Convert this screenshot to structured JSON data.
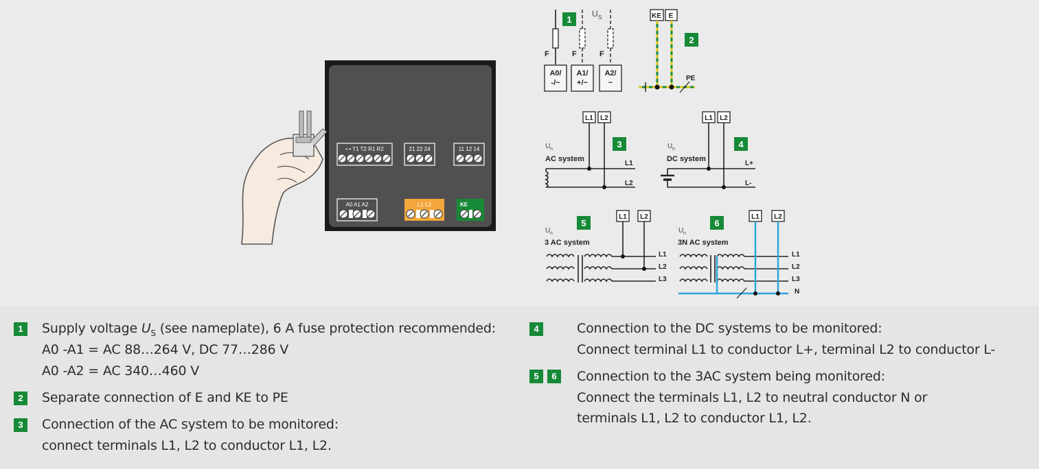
{
  "device": {
    "terminal_blocks": [
      {
        "labels": "•  •  T1 T2 R1 R2"
      },
      {
        "labels": "21 22 24"
      },
      {
        "labels": "11 12 14"
      },
      {
        "labels": "A0   A1   A2"
      },
      {
        "labels": "L1              L2"
      },
      {
        "labels": "KE"
      }
    ]
  },
  "diagrams": {
    "d1": {
      "badge": "1",
      "us": "U",
      "us_sub": "S",
      "fuse": "F",
      "terminals": [
        [
          "A0/",
          "-/~"
        ],
        [
          "A1/",
          "+/~"
        ],
        [
          "A2/",
          "~"
        ]
      ]
    },
    "d2": {
      "badge": "2",
      "ke": "KE",
      "e": "E",
      "pe": "PE"
    },
    "d3": {
      "badge": "3",
      "un": "U",
      "un_sub": "n",
      "system": "AC system",
      "l1": "L1",
      "l2": "L2"
    },
    "d4": {
      "badge": "4",
      "un": "U",
      "un_sub": "n",
      "system": "DC system",
      "l1": "L1",
      "l2": "L2",
      "lp": "L+",
      "lm": "L-"
    },
    "d5": {
      "badge": "5",
      "un": "U",
      "un_sub": "n",
      "system": "3 AC system",
      "l1": "L1",
      "l2": "L2",
      "l3": "L3"
    },
    "d6": {
      "badge": "6",
      "un": "U",
      "un_sub": "n",
      "system": "3N AC system",
      "l1": "L1",
      "l2": "L2",
      "l3": "L3",
      "n": "N"
    }
  },
  "legend": {
    "item1": {
      "badge": "1",
      "line1_a": "Supply voltage ",
      "line1_u": "U",
      "line1_s": "S",
      "line1_b": " (see nameplate), 6 A fuse protection recommended:",
      "line2": "A0 -A1 = AC 88…264 V, DC 77…286 V",
      "line3": "A0 -A2 = AC 340…460 V"
    },
    "item2": {
      "badge": "2",
      "line1": "Separate connection of E and KE to PE"
    },
    "item3": {
      "badge": "3",
      "line1": "Connection of the AC system to be monitored:",
      "line2": "connect terminals L1, L2 to conductor L1, L2."
    },
    "item4": {
      "badge": "4",
      "line1": "Connection to the DC systems to be monitored:",
      "line2": "Connect terminal L1 to conductor L+, terminal L2 to conductor L-"
    },
    "item56": {
      "badge_a": "5",
      "badge_b": "6",
      "line1": "Connection to the 3AC system being monitored:",
      "line2": "Connect the terminals L1, L2 to neutral conductor N or",
      "line3": "terminals L1, L2 to conductor L1, L2."
    }
  },
  "colors": {
    "badge_green": "#168a37",
    "wire_blue": "#2ba4dc",
    "terminal_orange": "#f3a73a",
    "device_gray": "#505050",
    "pe_yellow": "#d8c71c"
  }
}
